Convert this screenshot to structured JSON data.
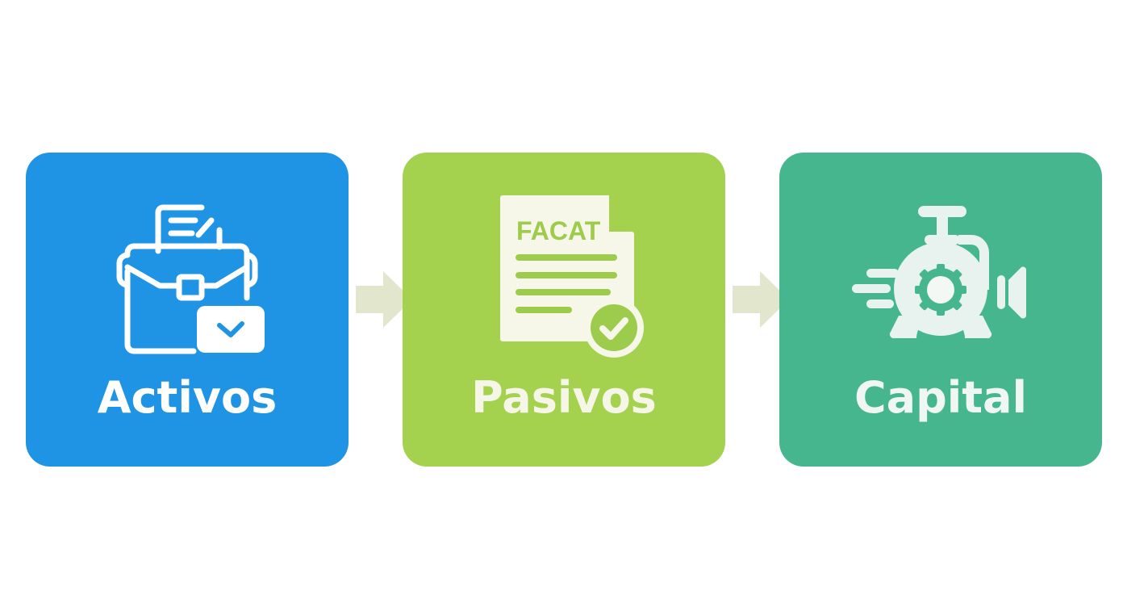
{
  "diagram": {
    "type": "flow",
    "steps": [
      {
        "label": "Activos",
        "icon": "briefcase-check-icon",
        "color": "#1f93e4"
      },
      {
        "label": "Pasivos",
        "icon": "invoice-check-icon",
        "document_text": "FACAT",
        "color": "#a4d24e"
      },
      {
        "label": "Capital",
        "icon": "machine-gear-icon",
        "color": "#46b68e"
      }
    ],
    "connectors": [
      {
        "from": "Activos",
        "to": "Pasivos",
        "icon": "arrow-right-icon",
        "color": "#e2e6cc"
      },
      {
        "from": "Pasivos",
        "to": "Capital",
        "icon": "arrow-right-icon",
        "color": "#e2e6cc"
      }
    ]
  }
}
